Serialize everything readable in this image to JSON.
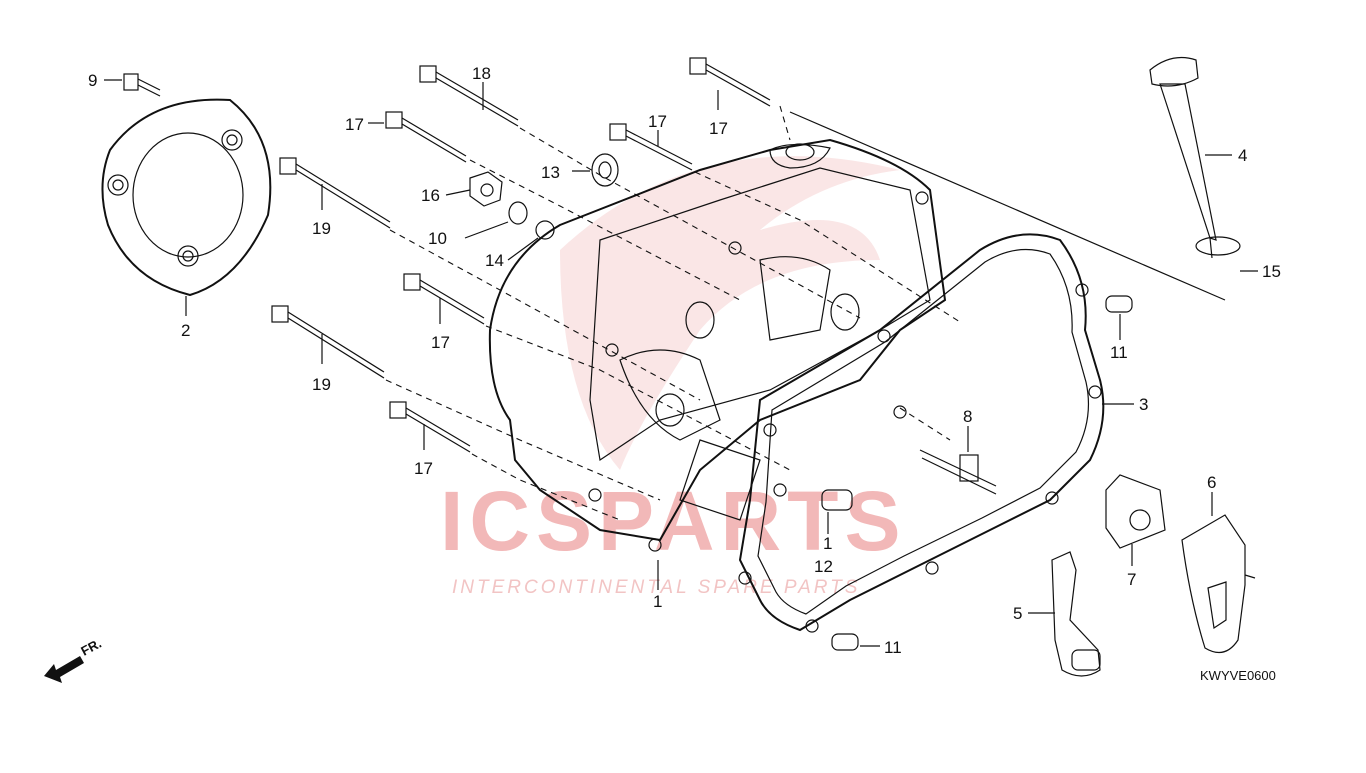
{
  "diagram": {
    "code": "KWYVE0600",
    "front_marker": "FR.",
    "watermark": {
      "brand": "ICSPARTS",
      "tagline": "INTERCONTINENTAL SPARE PARTS"
    },
    "callouts": {
      "c1a": "1",
      "c1b": "1",
      "c2": "2",
      "c3": "3",
      "c4": "4",
      "c5": "5",
      "c6": "6",
      "c7": "7",
      "c8": "8",
      "c9": "9",
      "c10": "10",
      "c11a": "11",
      "c11b": "11",
      "c12": "12",
      "c13": "13",
      "c14": "14",
      "c15": "15",
      "c16": "16",
      "c17a": "17",
      "c17b": "17",
      "c17c": "17",
      "c17d": "17",
      "c17e": "17",
      "c18": "18",
      "c19a": "19",
      "c19b": "19"
    }
  }
}
